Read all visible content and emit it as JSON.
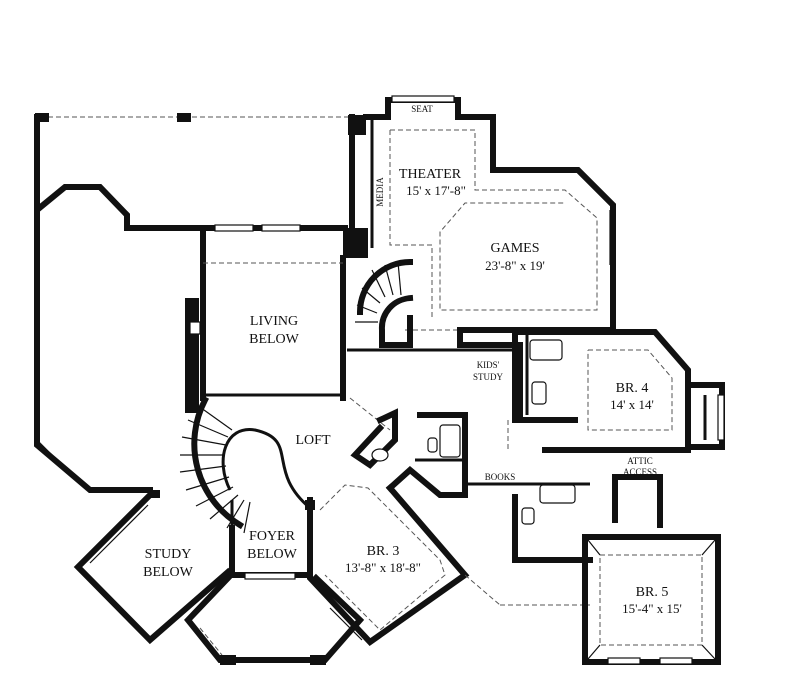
{
  "rooms": {
    "theater_name": "THEATER",
    "theater_dim": "15' x 17'-8\"",
    "games_name": "GAMES",
    "games_dim": "23'-8\" x 19'",
    "living_l1": "LIVING",
    "living_l2": "BELOW",
    "loft": "LOFT",
    "kids_l1": "KIDS'",
    "kids_l2": "STUDY",
    "br4_name": "BR. 4",
    "br4_dim": "14' x 14'",
    "attic_l1": "ATTIC",
    "attic_l2": "ACCESS",
    "books": "BOOKS",
    "br3_name": "BR. 3",
    "br3_dim": "13'-8\" x 18'-8\"",
    "study_l1": "STUDY",
    "study_l2": "BELOW",
    "foyer_l1": "FOYER",
    "foyer_l2": "BELOW",
    "br5_name": "BR. 5",
    "br5_dim": "15'-4\" x 15'",
    "seat": "SEAT",
    "media": "MEDIA"
  }
}
